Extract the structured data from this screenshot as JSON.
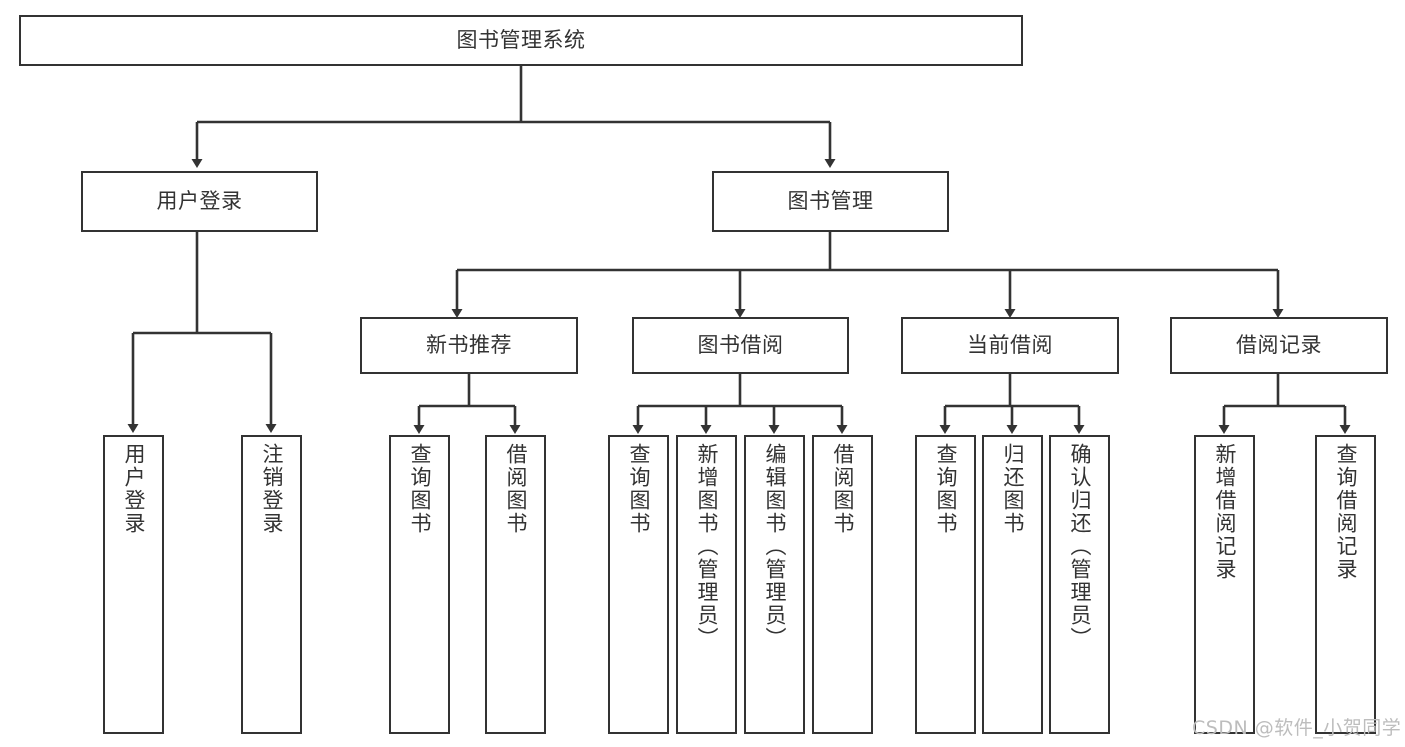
{
  "diagram": {
    "title": "图书管理系统",
    "watermark": "CSDN @软件_小贺同学",
    "colors": {
      "stroke": "#333333",
      "fill": "#ffffff",
      "text": "#333333",
      "watermark": "#bdbdbd"
    },
    "nodes": {
      "root": {
        "label": "图书管理系统"
      },
      "level2": [
        {
          "id": "user-login",
          "label": "用户登录"
        },
        {
          "id": "book-manage",
          "label": "图书管理"
        }
      ],
      "level3": [
        {
          "id": "new-book-recommend",
          "label": "新书推荐"
        },
        {
          "id": "book-borrow",
          "label": "图书借阅"
        },
        {
          "id": "current-borrow",
          "label": "当前借阅"
        },
        {
          "id": "borrow-record",
          "label": "借阅记录"
        }
      ],
      "leaves": {
        "user-login": [
          {
            "id": "leaf-user-login",
            "label": "用户登录"
          },
          {
            "id": "leaf-logout-login",
            "label": "注销登录"
          }
        ],
        "new-book-recommend": [
          {
            "id": "leaf-query-book-1",
            "label": "查询图书"
          },
          {
            "id": "leaf-borrow-book-1",
            "label": "借阅图书"
          }
        ],
        "book-borrow": [
          {
            "id": "leaf-query-book-2",
            "label": "查询图书"
          },
          {
            "id": "leaf-add-book-admin",
            "label": "新增图书（管理员）"
          },
          {
            "id": "leaf-edit-book-admin",
            "label": "编辑图书（管理员）"
          },
          {
            "id": "leaf-borrow-book-2",
            "label": "借阅图书"
          }
        ],
        "current-borrow": [
          {
            "id": "leaf-query-book-3",
            "label": "查询图书"
          },
          {
            "id": "leaf-return-book",
            "label": "归还图书"
          },
          {
            "id": "leaf-confirm-return-admin",
            "label": "确认归还（管理员）"
          }
        ],
        "borrow-record": [
          {
            "id": "leaf-add-borrow-record",
            "label": "新增借阅记录"
          },
          {
            "id": "leaf-query-borrow-record",
            "label": "查询借阅记录"
          }
        ]
      }
    }
  }
}
